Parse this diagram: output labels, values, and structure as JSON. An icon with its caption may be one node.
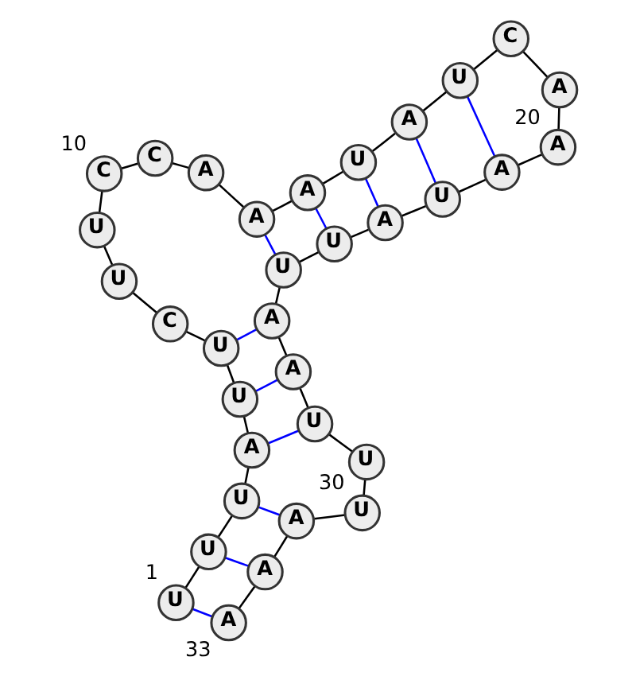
{
  "diagram": {
    "nodes": [
      {
        "text": [
          "U"
        ],
        "beside": [
          "1"
        ]
      },
      {
        "text": [
          "U"
        ]
      },
      {
        "text": [
          "U"
        ]
      },
      {
        "text": [
          "A"
        ]
      },
      {
        "text": [
          "U"
        ]
      },
      {
        "text": [
          "U"
        ]
      },
      {
        "text": [
          "C"
        ]
      },
      {
        "text": [
          "U"
        ]
      },
      {
        "text": [
          "U"
        ]
      },
      {
        "text": [
          "C"
        ],
        "beside": [
          "10"
        ]
      },
      {
        "text": [
          "C"
        ]
      },
      {
        "text": [
          "A"
        ]
      },
      {
        "text": [
          "A"
        ]
      },
      {
        "text": [
          "A"
        ]
      },
      {
        "text": [
          "U"
        ]
      },
      {
        "text": [
          "A"
        ]
      },
      {
        "text": [
          "U"
        ]
      },
      {
        "text": [
          "C"
        ]
      },
      {
        "text": [
          "A"
        ]
      },
      {
        "text": [
          "A"
        ],
        "beside": [
          "20"
        ]
      },
      {
        "text": [
          "A"
        ]
      },
      {
        "text": [
          "U"
        ]
      },
      {
        "text": [
          "A"
        ]
      },
      {
        "text": [
          "U"
        ]
      },
      {
        "text": [
          "U"
        ]
      },
      {
        "text": [
          "A"
        ]
      },
      {
        "text": [
          "A"
        ]
      },
      {
        "text": [
          "U"
        ]
      },
      {
        "text": [
          "U"
        ]
      },
      {
        "text": [
          "U"
        ],
        "beside": [
          "30"
        ]
      },
      {
        "text": [
          "A"
        ]
      },
      {
        "text": [
          "A"
        ]
      },
      {
        "text": [
          "A"
        ],
        "beside": [
          "33"
        ]
      }
    ],
    "edges": [
      {
        "from": 0,
        "to": 1,
        "arrow": "none"
      },
      {
        "from": 1,
        "to": 2,
        "arrow": "none"
      },
      {
        "from": 2,
        "to": 3,
        "arrow": "none"
      },
      {
        "from": 3,
        "to": 4,
        "arrow": "none"
      },
      {
        "from": 4,
        "to": 5,
        "arrow": "none"
      },
      {
        "from": 5,
        "to": 6,
        "arrow": "none"
      },
      {
        "from": 6,
        "to": 7,
        "arrow": "none"
      },
      {
        "from": 7,
        "to": 8,
        "arrow": "none"
      },
      {
        "from": 8,
        "to": 9,
        "arrow": "none"
      },
      {
        "from": 9,
        "to": 10,
        "arrow": "none"
      },
      {
        "from": 10,
        "to": 11,
        "arrow": "none"
      },
      {
        "from": 11,
        "to": 12,
        "arrow": "none"
      },
      {
        "from": 12,
        "to": 13,
        "arrow": "none"
      },
      {
        "from": 13,
        "to": 14,
        "arrow": "none"
      },
      {
        "from": 14,
        "to": 15,
        "arrow": "none"
      },
      {
        "from": 15,
        "to": 16,
        "arrow": "none"
      },
      {
        "from": 16,
        "to": 17,
        "arrow": "none"
      },
      {
        "from": 17,
        "to": 18,
        "arrow": "none"
      },
      {
        "from": 18,
        "to": 19,
        "arrow": "none"
      },
      {
        "from": 19,
        "to": 20,
        "arrow": "none"
      },
      {
        "from": 20,
        "to": 21,
        "arrow": "none"
      },
      {
        "from": 21,
        "to": 22,
        "arrow": "none"
      },
      {
        "from": 22,
        "to": 23,
        "arrow": "none"
      },
      {
        "from": 23,
        "to": 24,
        "arrow": "none"
      },
      {
        "from": 24,
        "to": 25,
        "arrow": "none"
      },
      {
        "from": 25,
        "to": 26,
        "arrow": "none"
      },
      {
        "from": 26,
        "to": 27,
        "arrow": "none"
      },
      {
        "from": 27,
        "to": 28,
        "arrow": "none"
      },
      {
        "from": 28,
        "to": 29,
        "arrow": "none"
      },
      {
        "from": 29,
        "to": 30,
        "arrow": "none"
      },
      {
        "from": 30,
        "to": 31,
        "arrow": "none"
      },
      {
        "from": 31,
        "to": 32,
        "arrow": "none"
      },
      {
        "from": 0,
        "to": 32,
        "arrow": "none",
        "color": "#0000ff"
      },
      {
        "from": 1,
        "to": 31,
        "arrow": "none",
        "color": "#0000ff"
      },
      {
        "from": 2,
        "to": 30,
        "arrow": "none",
        "color": "#0000ff"
      },
      {
        "from": 3,
        "to": 27,
        "arrow": "none",
        "color": "#0000ff"
      },
      {
        "from": 4,
        "to": 26,
        "arrow": "none",
        "color": "#0000ff"
      },
      {
        "from": 5,
        "to": 25,
        "arrow": "none",
        "color": "#0000ff"
      },
      {
        "from": 12,
        "to": 24,
        "arrow": "none",
        "color": "#0000ff"
      },
      {
        "from": 13,
        "to": 23,
        "arrow": "none",
        "color": "#0000ff"
      },
      {
        "from": 14,
        "to": 22,
        "arrow": "none",
        "color": "#0000ff"
      },
      {
        "from": 15,
        "to": 21,
        "arrow": "none",
        "color": "#0000ff"
      },
      {
        "from": 16,
        "to": 20,
        "arrow": "none",
        "color": "#0000ff"
      }
    ]
  }
}
